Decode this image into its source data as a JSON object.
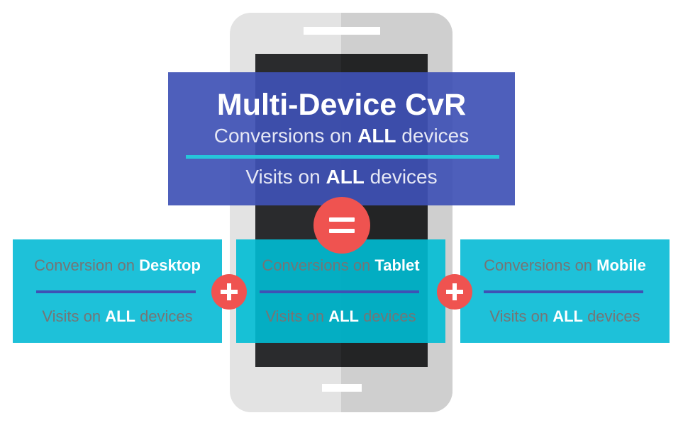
{
  "formula": {
    "title": "Multi-Device CvR",
    "numerator": {
      "prefix": "Conversions on ",
      "emphasis": "ALL",
      "suffix": " devices"
    },
    "denominator": {
      "prefix": "Visits on ",
      "emphasis": "ALL",
      "suffix": " devices"
    }
  },
  "operators": {
    "equals": "equals-icon",
    "plus": "plus-icon"
  },
  "devices": [
    {
      "numerator": {
        "prefix": "Conversion on ",
        "emphasis": "Desktop"
      },
      "denominator": {
        "prefix": "Visits on ",
        "emphasis": "ALL",
        "suffix": " devices"
      }
    },
    {
      "numerator": {
        "prefix": "Conversions on ",
        "emphasis": "Tablet"
      },
      "denominator": {
        "prefix": "Visits on ",
        "emphasis": "ALL",
        "suffix": " devices"
      }
    },
    {
      "numerator": {
        "prefix": "Conversions on ",
        "emphasis": "Mobile"
      },
      "denominator": {
        "prefix": "Visits on ",
        "emphasis": "ALL",
        "suffix": " devices"
      }
    }
  ],
  "colors": {
    "formula_panel": "#3f51b5",
    "device_box": "#1ec1d9",
    "operator_circle": "#ef5350",
    "divider_main": "#26c6da",
    "divider_box": "#3f51b5",
    "muted_text": "#757575",
    "phone_body": "#e3e3e3",
    "phone_screen": "#2a2b2d"
  }
}
